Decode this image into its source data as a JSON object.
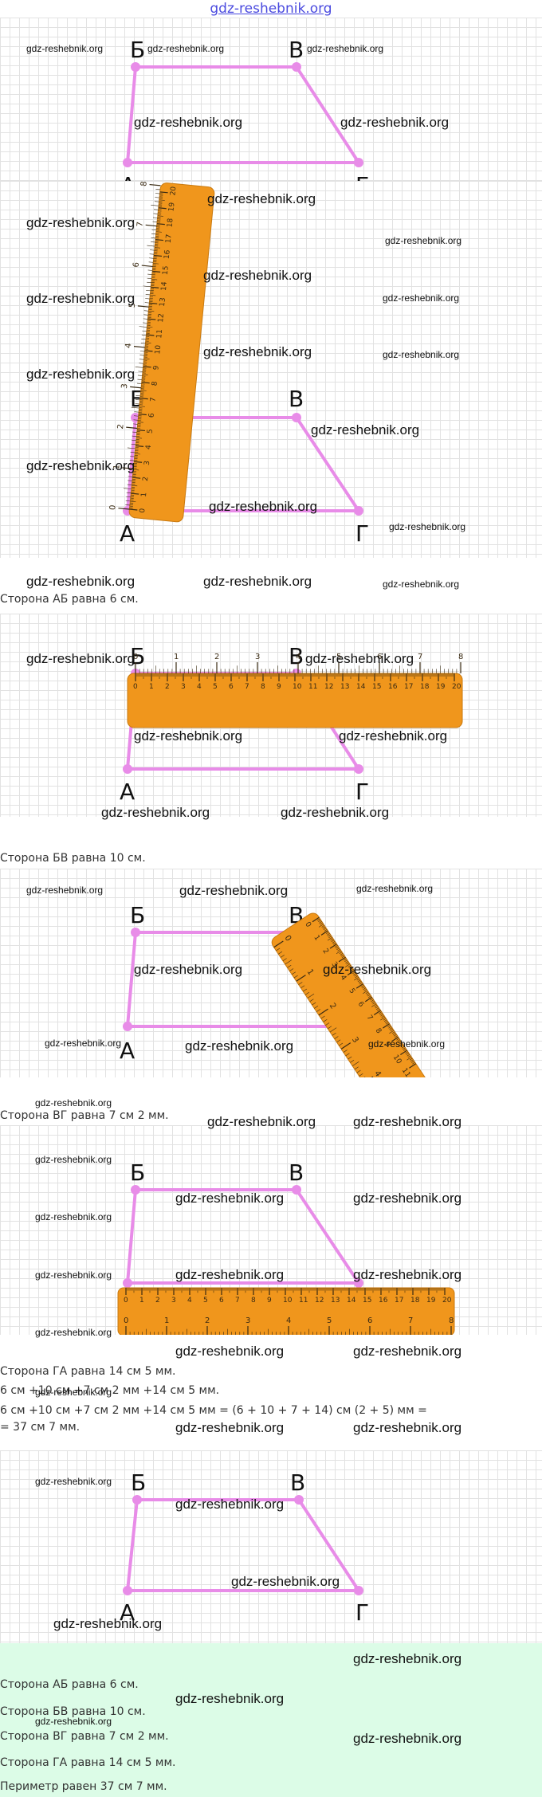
{
  "site": {
    "link": "gdz-reshebnik.org"
  },
  "watermark": "gdz-reshebnik.org",
  "vertices": {
    "a": "А",
    "b": "Б",
    "v": "В",
    "g": "Г"
  },
  "colors": {
    "trapezoid": "#e88ce8",
    "ruler": "#f0961c",
    "summary_bg": "#dcfce7",
    "grid_line": "#e2e2e2"
  },
  "ruler": {
    "cm_ticks": [
      "0",
      "1",
      "2",
      "3",
      "4",
      "5",
      "6",
      "7",
      "8"
    ],
    "inch_ticks": [
      "0",
      "1",
      "2",
      "3",
      "4",
      "5",
      "6",
      "7",
      "8",
      "9",
      "10",
      "11",
      "12",
      "13",
      "14",
      "15",
      "16",
      "17",
      "18",
      "19",
      "20"
    ]
  },
  "steps": [
    {
      "text": "Сторона АБ равна 6 см."
    },
    {
      "text": "Сторона БВ равна 10 см."
    },
    {
      "text": "Сторона ВГ равна 7 см 2 мм."
    },
    {
      "text": "Сторона ГА равна 14 см 5 мм."
    }
  ],
  "calc": {
    "line1": "6 см +10 см +7 см 2 мм +14 см 5 мм.",
    "line2": "6 см +10 см +7 см 2 мм +14 см 5 мм = (6 + 10 + 7 + 14) см (2 + 5) мм =",
    "line3": "= 37 см 7 мм."
  },
  "summary": [
    "Сторона АБ равна 6 см.",
    "Сторона БВ равна 10 см.",
    "Сторона ВГ равна 7 см 2 мм.",
    "Сторона ГА равна 14 см 5 мм.",
    "Периметр равен 37 см 7 мм."
  ]
}
